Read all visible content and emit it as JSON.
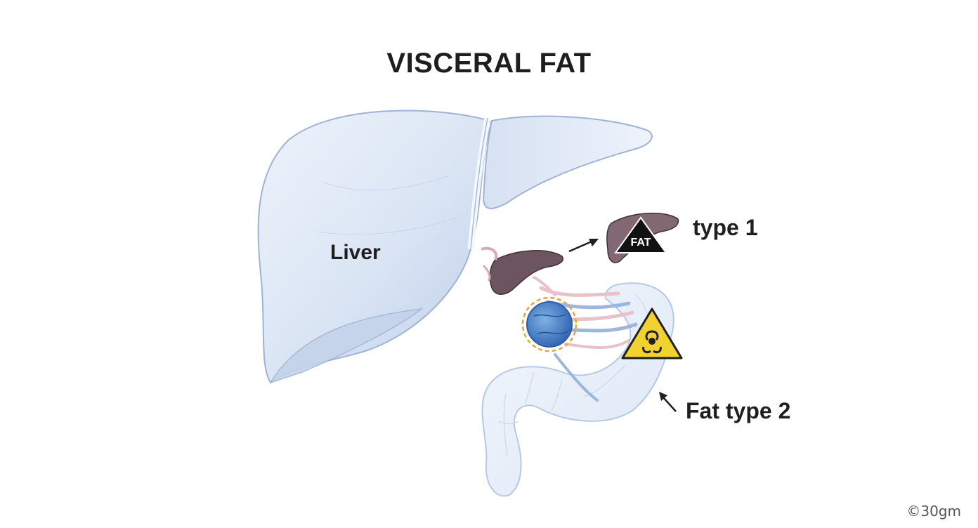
{
  "title": "VISCERAL FAT",
  "labels": {
    "liver": "Liver",
    "fat_type_1": "type 1",
    "fat_type_2": "Fat type 2",
    "fat_badge": "FAT"
  },
  "credit": "©30gm",
  "icons": {
    "hazard": "biohazard-warning-icon"
  },
  "colors": {
    "liver_fill": "#dce6f5",
    "liver_outline": "#9fb3d3",
    "small_liver": "#6b5560",
    "warning_yellow": "#f2d230",
    "blue_node": "#4a86d0",
    "node_ring": "#e8a43a"
  }
}
